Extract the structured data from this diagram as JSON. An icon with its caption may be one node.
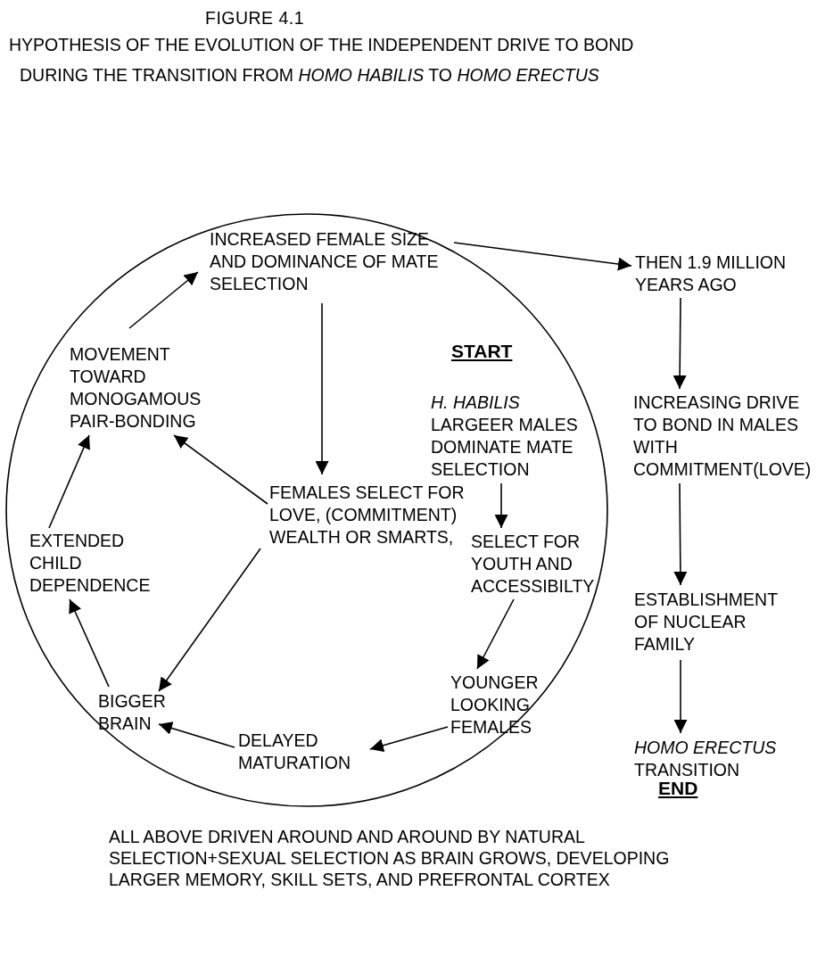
{
  "diagram": {
    "title": "FIGURE 4.1",
    "nodes": [
      {
        "text": [],
        "shape": "circle"
      },
      {
        "text": [
          "INCREASED FEMALE SIZE AND DOMINANCE OF MATE SELECTION"
        ],
        "in": 0
      },
      {
        "text": [
          "THEN 1.9 MILLION YEARS AGO"
        ]
      },
      {
        "text": [
          "MOVEMENT TOWARD MONOGAMOUS PAIR-BONDING"
        ],
        "in": 0
      },
      {
        "text": [
          "*H. HABILIS* LARGEER MALES DOMINATE MATE SELECTION"
        ],
        "in": 0
      },
      {
        "text": [
          "INCREASING DRIVE TO BOND IN MALES WITH COMMITMENT(LOVE)"
        ]
      },
      {
        "text": [
          "FEMALES SELECT FOR LOVE, (COMMITMENT) WEALTH OR SMARTS,"
        ],
        "in": 0
      },
      {
        "text": [
          "SELECT FOR YOUTH AND ACCESSIBILTY"
        ],
        "in": 0
      },
      {
        "text": [
          "EXTENDED CHILD DEPENDENCE"
        ],
        "in": 0
      },
      {
        "text": [
          "ESTABLISHMENT OF NUCLEAR FAMILY"
        ]
      },
      {
        "text": [
          "YOUNGER LOOKING FEMALES"
        ],
        "in": 0
      },
      {
        "text": [
          "BIGGER BRAIN"
        ],
        "in": 0
      },
      {
        "text": [
          "DELAYED MATURATION"
        ],
        "in": 0
      },
      {
        "text": [
          "*HOMO ERECTUS* TRANSITION"
        ]
      }
    ],
    "edges": [
      {
        "from": 3,
        "to": 1,
        "arrow": "to"
      },
      {
        "from": 1,
        "to": 6,
        "arrow": "to"
      },
      {
        "from": 1,
        "to": 2,
        "arrow": "to"
      },
      {
        "from": 2,
        "to": 5,
        "arrow": "to"
      },
      {
        "from": 5,
        "to": 9,
        "arrow": "to"
      },
      {
        "from": 9,
        "to": 13,
        "arrow": "to"
      },
      {
        "from": 4,
        "to": 7,
        "arrow": "to"
      },
      {
        "from": 7,
        "to": 10,
        "arrow": "to"
      },
      {
        "from": 10,
        "to": 12,
        "arrow": "to"
      },
      {
        "from": 12,
        "to": 11,
        "arrow": "to"
      },
      {
        "from": 11,
        "to": 8,
        "arrow": "to"
      },
      {
        "from": 8,
        "to": 3,
        "arrow": "to"
      },
      {
        "from": 6,
        "to": 3,
        "arrow": "to"
      },
      {
        "from": 6,
        "to": 11,
        "arrow": "to"
      }
    ],
    "labels": [
      "HYPOTHESIS OF THE EVOLUTION OF THE INDEPENDENT DRIVE TO BOND",
      "DURING THE TRANSITION FROM *HOMO HABILIS* TO *HOMO ERECTUS*",
      "START",
      "END"
    ],
    "caption": "ALL ABOVE DRIVEN AROUND AND AROUND BY NATURAL SELECTION+SEXUAL SELECTION AS BRAIN GROWS, DEVELOPING LARGER MEMORY, SKILL SETS, AND PREFRONTAL CORTEX"
  }
}
